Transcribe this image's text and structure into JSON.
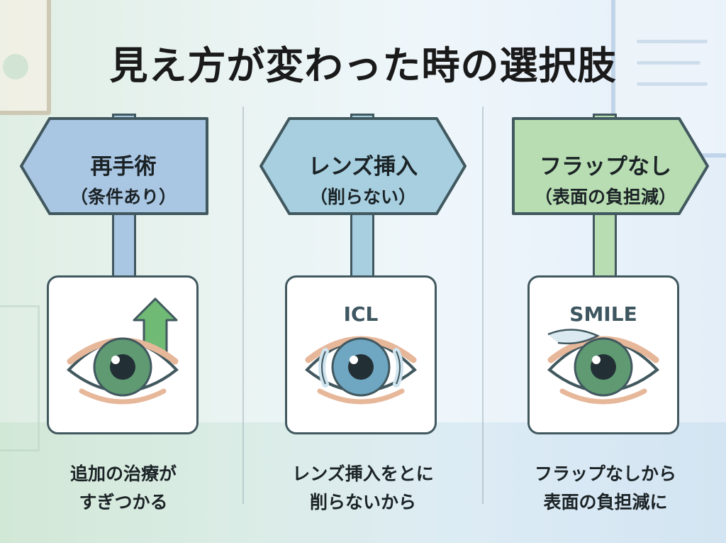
{
  "title": "見え方が変わった時の選択肢",
  "options": [
    {
      "sign_line1": "再手術",
      "sign_line2": "（条件あり）",
      "card_label": "",
      "caption_line1": "追加の治療が",
      "caption_line2": "すぎつかる",
      "icon": "eye-with-up-arrow-icon",
      "sign_color": "#a9c6e3",
      "direction": "left"
    },
    {
      "sign_line1": "レンズ挿入",
      "sign_line2": "（削らない）",
      "card_label": "ICL",
      "caption_line1": "レンズ挿入をとに",
      "caption_line2": "削らないから",
      "icon": "eye-with-lens-icon",
      "sign_color": "#a7cfe0",
      "direction": "both"
    },
    {
      "sign_line1": "フラップなし",
      "sign_line2": "（表面の負担減）",
      "card_label": "SMILE",
      "caption_line1": "フラップなしから",
      "caption_line2": "表面の負担減に",
      "icon": "eye-smile-icon",
      "sign_color": "#b8ddb2",
      "direction": "right"
    }
  ],
  "colors": {
    "outline": "#41585f",
    "iris_green": "#5f9a72",
    "iris_blue": "#6fa6c2",
    "lid": "#e7b79a",
    "arrow": "#6fba74"
  }
}
